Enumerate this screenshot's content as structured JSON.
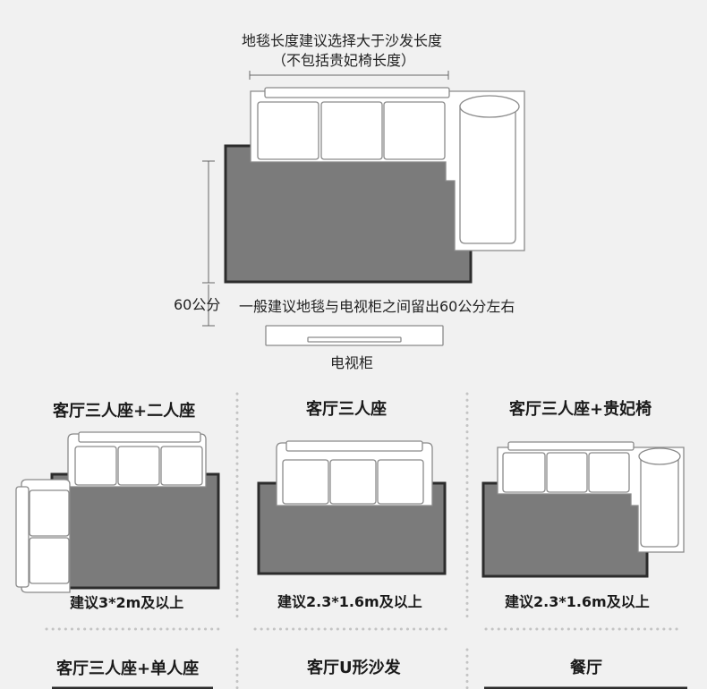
{
  "top": {
    "length_note_line1": "地毯长度建议选择大于沙发长度",
    "length_note_line2": "（不包括贵妃椅长度）",
    "distance_label": "60公分",
    "distance_note": "一般建议地毯与电视柜之间留出60公分左右",
    "tv_label": "电视柜"
  },
  "layouts": [
    {
      "title": "客厅三人座+二人座",
      "suggestion": "建议3*2m及以上"
    },
    {
      "title": "客厅三人座",
      "suggestion": "建议2.3*1.6m及以上"
    },
    {
      "title": "客厅三人座+贵妃椅",
      "suggestion": "建议2.3*1.6m及以上"
    }
  ],
  "next_row": [
    {
      "title": "客厅三人座+单人座"
    },
    {
      "title": "客厅U形沙发"
    },
    {
      "title": "餐厅"
    }
  ],
  "colors": {
    "background": "#f1f1f1",
    "rug_fill": "#7b7b7b",
    "rug_border": "#2c2c2c",
    "sofa_fill": "#ffffff",
    "sofa_stroke": "#8a8a8a",
    "dotted_divider": "#c4c4c4"
  }
}
